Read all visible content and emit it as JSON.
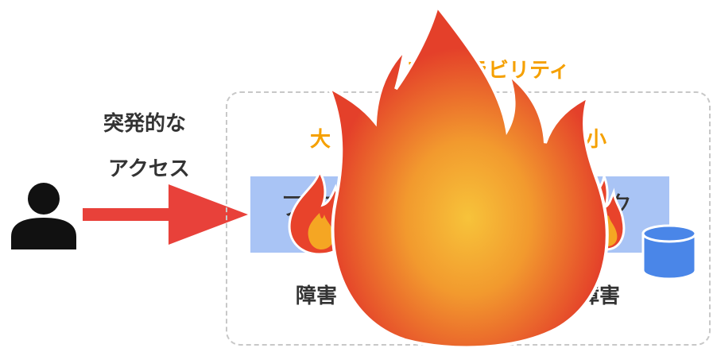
{
  "access_label_line1": "突発的な",
  "access_label_line2": "アクセス",
  "scalability_label": "スケーラビリティ",
  "large_label": "大",
  "small_label": "小",
  "band_left_text": "フロ",
  "band_right_text": "ク",
  "failure_left": "障害",
  "failure_right": "障害",
  "colors": {
    "arrow": "#e8413a",
    "band": "#a9c4f5",
    "accent": "#f5a000",
    "database": "#4a86e8",
    "fire_outer": "#e8432b",
    "fire_inner": "#f5a623"
  },
  "icons": [
    "user-icon",
    "arrow-right-icon",
    "fire-icon",
    "database-icon"
  ]
}
